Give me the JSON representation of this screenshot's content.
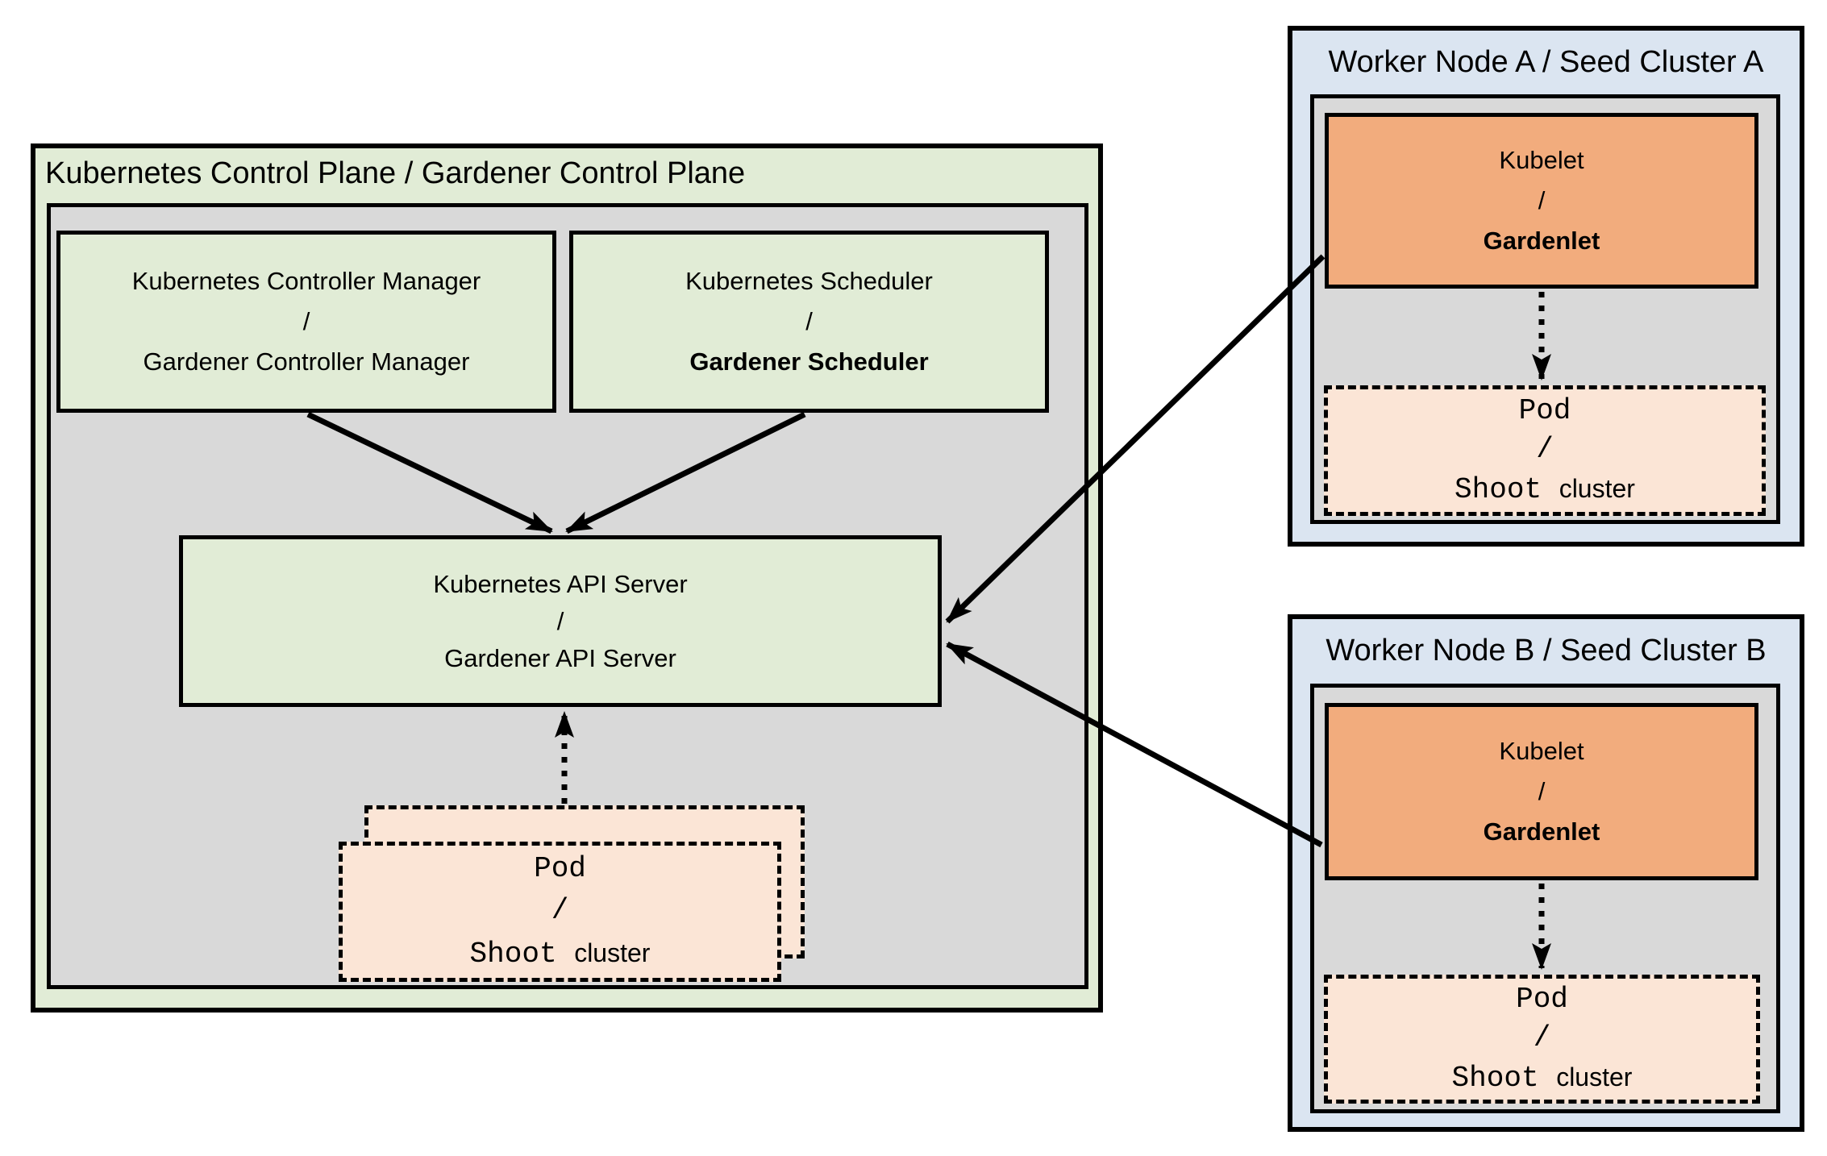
{
  "colors": {
    "control_plane_fill": "#e1ecd6",
    "inner_panel_fill": "#d9d9d9",
    "worker_node_fill": "#dbe5f1",
    "kubelet_fill": "#f2ac7d",
    "pod_fill": "#fbe5d6",
    "line_color": "#000000"
  },
  "control_plane": {
    "title": "Kubernetes Control Plane / Gardener Control Plane",
    "controller_manager": {
      "line1": "Kubernetes Controller Manager",
      "separator": "/",
      "line2": "Gardener Controller Manager"
    },
    "scheduler": {
      "line1": "Kubernetes Scheduler",
      "separator": "/",
      "line2": "Gardener Scheduler"
    },
    "api_server": {
      "line1": "Kubernetes API Server",
      "separator": "/",
      "line2": "Gardener API Server"
    },
    "pod_stack": {
      "line1": "Pod",
      "separator": "/",
      "line2_code": "Shoot",
      "line2_plain": "cluster"
    }
  },
  "worker_node_a": {
    "title": "Worker Node A / Seed Cluster A",
    "kubelet": {
      "line1": "Kubelet",
      "separator": "/",
      "line2": "Gardenlet"
    },
    "pod": {
      "line1": "Pod",
      "separator": "/",
      "line2_code": "Shoot",
      "line2_plain": "cluster"
    }
  },
  "worker_node_b": {
    "title": "Worker Node B / Seed Cluster B",
    "kubelet": {
      "line1": "Kubelet",
      "separator": "/",
      "line2": "Gardenlet"
    },
    "pod": {
      "line1": "Pod",
      "separator": "/",
      "line2_code": "Shoot",
      "line2_plain": "cluster"
    }
  }
}
